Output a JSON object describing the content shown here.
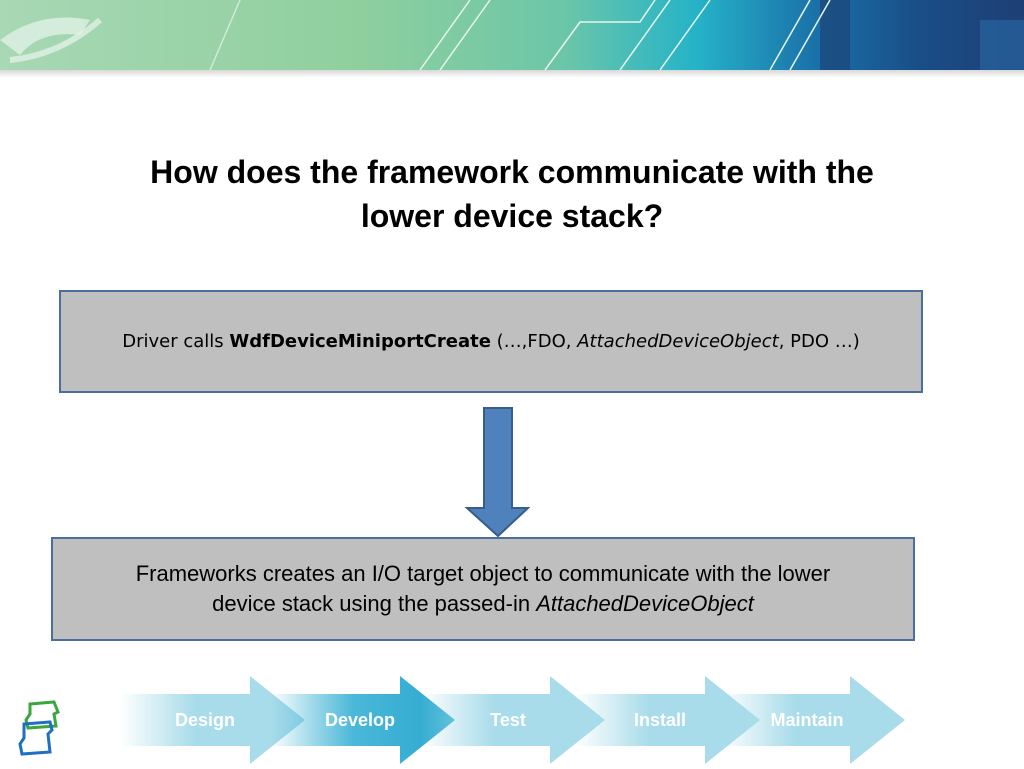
{
  "slide": {
    "title_line1": "How does the framework communicate with the",
    "title_line2": "lower device stack?",
    "box1": {
      "prefix": "Driver calls ",
      "function": "WdfDeviceMiniportCreate",
      "args1": " (…,FDO, ",
      "arg_italic": "AttachedDeviceObject",
      "args2": ", PDO …)"
    },
    "box2": {
      "line1": "Frameworks creates an I/O target object to communicate with the lower",
      "line2_prefix": "device stack using the passed-in ",
      "line2_italic": "AttachedDeviceObject"
    },
    "process_steps": [
      {
        "label": "Design",
        "active": false
      },
      {
        "label": "Develop",
        "active": true
      },
      {
        "label": "Test",
        "active": false
      },
      {
        "label": "Install",
        "active": false
      },
      {
        "label": "Maintain",
        "active": false
      }
    ]
  },
  "colors": {
    "box_fill": "#bfbfbf",
    "box_border": "#4a6e9e",
    "arrow_fill": "#4f81bd",
    "step_light": "#a9dcea",
    "step_active": "#3fb3d5"
  }
}
